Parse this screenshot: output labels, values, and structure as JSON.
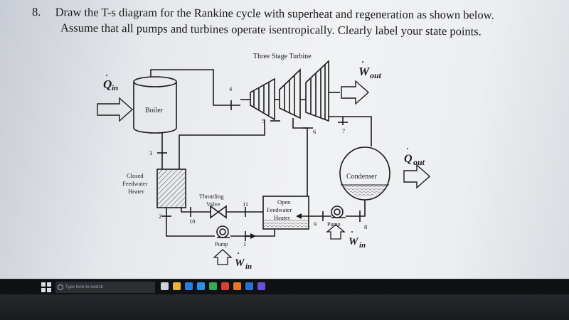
{
  "question": {
    "number": "8.",
    "line1": "Draw the T-s diagram for the Rankine cycle with superheat and regeneration as shown below.",
    "line2": "Assume that all pumps and turbines operate isentropically. Clearly label your state points."
  },
  "diagram": {
    "turbine_title": "Three Stage Turbine",
    "q_in": "Q",
    "q_in_sub": "in",
    "w_out": "W",
    "w_out_sub": "out",
    "q_out": "Q",
    "q_out_sub": "out",
    "w_in": "W",
    "w_in_sub": "in",
    "w_in_lower": "W",
    "w_in_lower_sub": "in",
    "boiler": "Boiler",
    "condenser": "Condenser",
    "closed_fwh": [
      "Closed",
      "Feedwater",
      "Heater"
    ],
    "throttling": [
      "Throttling",
      "Valve"
    ],
    "open_fwh": [
      "Open",
      "Feedwater",
      "Heater"
    ],
    "pump_right": "Pump",
    "pump_lower": "Pump",
    "states": {
      "s1": "1",
      "s2": "2",
      "s3": "3",
      "s4": "4",
      "s5": "5",
      "s6": "6",
      "s7": "7",
      "s8": "8",
      "s9": "9",
      "s10": "10",
      "s11": "11"
    }
  },
  "taskbar": {
    "search_placeholder": "Type here to search",
    "icons": [
      {
        "name": "task-view-icon",
        "color": "#d0d4da"
      },
      {
        "name": "file-explorer-icon",
        "color": "#e8b53a"
      },
      {
        "name": "store-icon",
        "color": "#2d7de0"
      },
      {
        "name": "mail-icon",
        "color": "#2f8fe8"
      },
      {
        "name": "chrome-icon",
        "color": "#3aa757"
      },
      {
        "name": "app-red-icon",
        "color": "#d8402f"
      },
      {
        "name": "app-orange-icon",
        "color": "#e8772e"
      },
      {
        "name": "app-blue-icon",
        "color": "#2b6fd0"
      },
      {
        "name": "app-purple-icon",
        "color": "#6b4fd8"
      }
    ]
  }
}
